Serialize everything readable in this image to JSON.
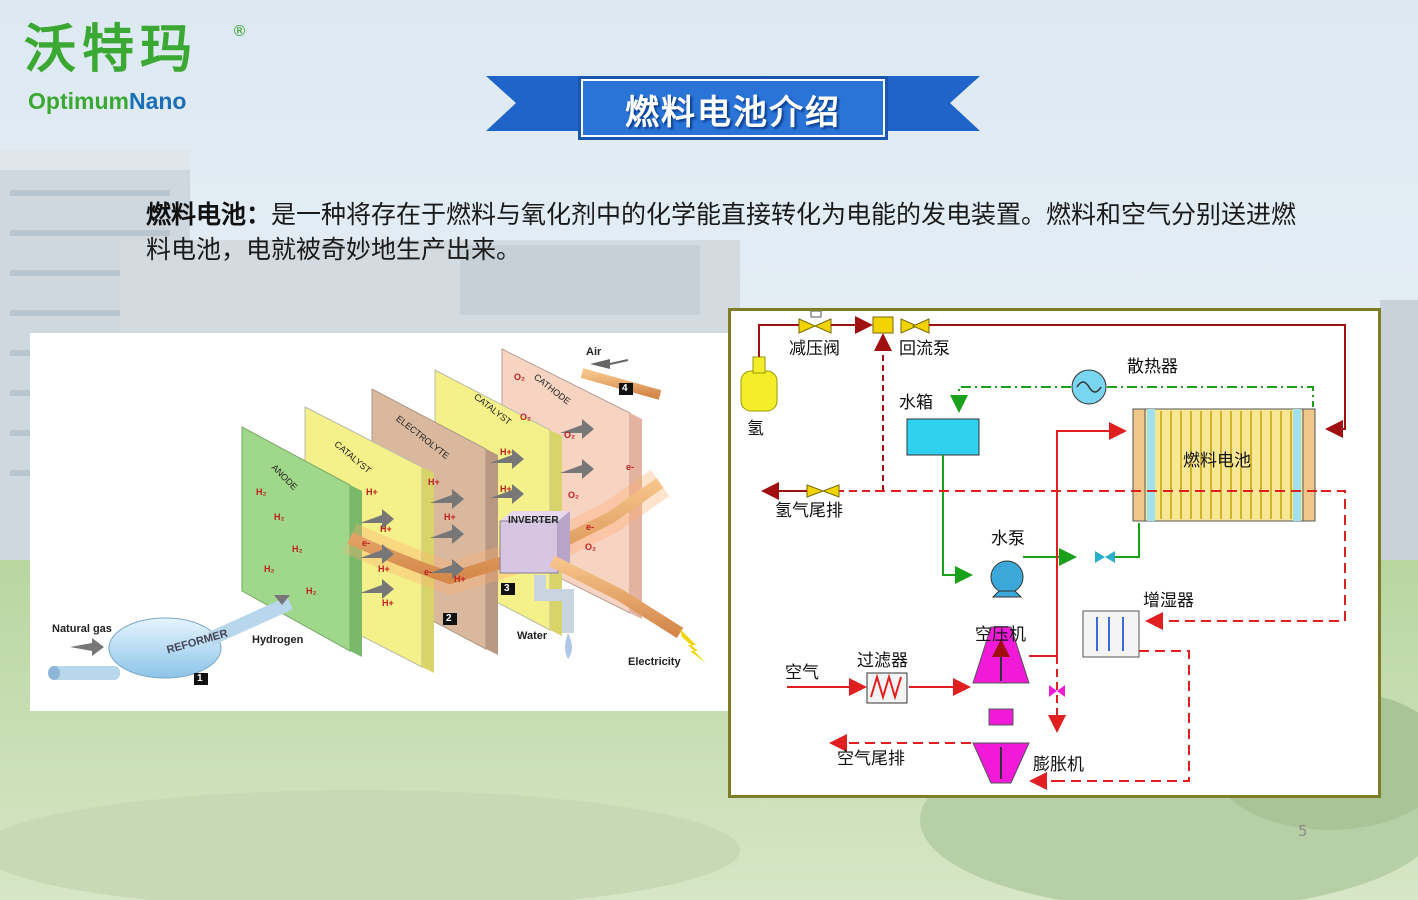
{
  "logo": {
    "cn": "沃特玛",
    "reg": "®",
    "en_part1": "Optimum",
    "en_part2": "Nano"
  },
  "slide": {
    "title": "燃料电池介绍",
    "intro_term": "燃料电池：",
    "intro_text": "是一种将存在于燃料与氧化剂中的化学能直接转化为电能的发电装置。燃料和空气分别送进燃料电池，电就被奇妙地生产出来。",
    "page_number": "5"
  },
  "left_diagram": {
    "natural_gas": "Natural gas",
    "reformer": "REFORMER",
    "hydrogen": "Hydrogen",
    "anode": "ANODE",
    "catalyst": "CATALYST",
    "electrolyte": "ELECTROLYTE",
    "cathode": "CATHODE",
    "inverter": "INVERTER",
    "air": "Air",
    "water": "Water",
    "electricity": "Electricity",
    "step1": "1",
    "step2": "2",
    "step3": "3",
    "step4": "4",
    "h2": "H₂",
    "hplus": "H+",
    "o2": "O₂",
    "eminus": "e-"
  },
  "right_diagram": {
    "hydrogen_tank": "氢",
    "pressure_valve": "减压阀",
    "return_pump": "回流泵",
    "radiator": "散热器",
    "water_tank": "水箱",
    "fuel_cell": "燃料电池",
    "hydrogen_exhaust": "氢气尾排",
    "water_pump": "水泵",
    "humidifier": "增湿器",
    "air_compressor": "空压机",
    "filter": "过滤器",
    "air": "空气",
    "air_exhaust": "空气尾排",
    "expander": "膨胀机"
  },
  "colors": {
    "logo_green": "#3aa832",
    "logo_blue": "#1a6fb5",
    "banner_blue": "#1f64c8",
    "frame": "#7d7d2a",
    "air_line": "#e02020",
    "hydrogen_line": "#a01010",
    "water_line": "#1aa01a",
    "cell_yellow": "#f2e07a"
  }
}
